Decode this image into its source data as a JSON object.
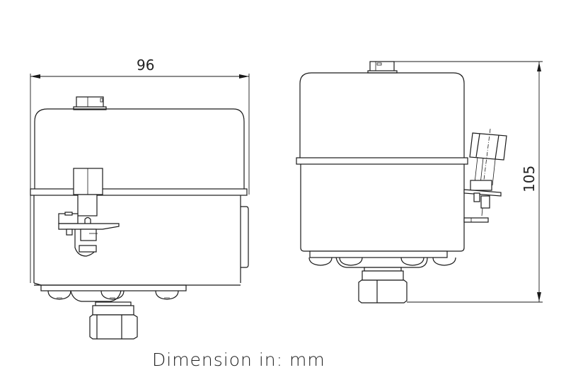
{
  "drawing": {
    "front_view": {
      "width_dimension": "96",
      "width_unit": "mm"
    },
    "side_view": {
      "height_dimension": "105",
      "height_unit": "mm"
    },
    "caption": "Dimension in: mm",
    "line_color": "#1a1a1a",
    "background": "#ffffff"
  }
}
